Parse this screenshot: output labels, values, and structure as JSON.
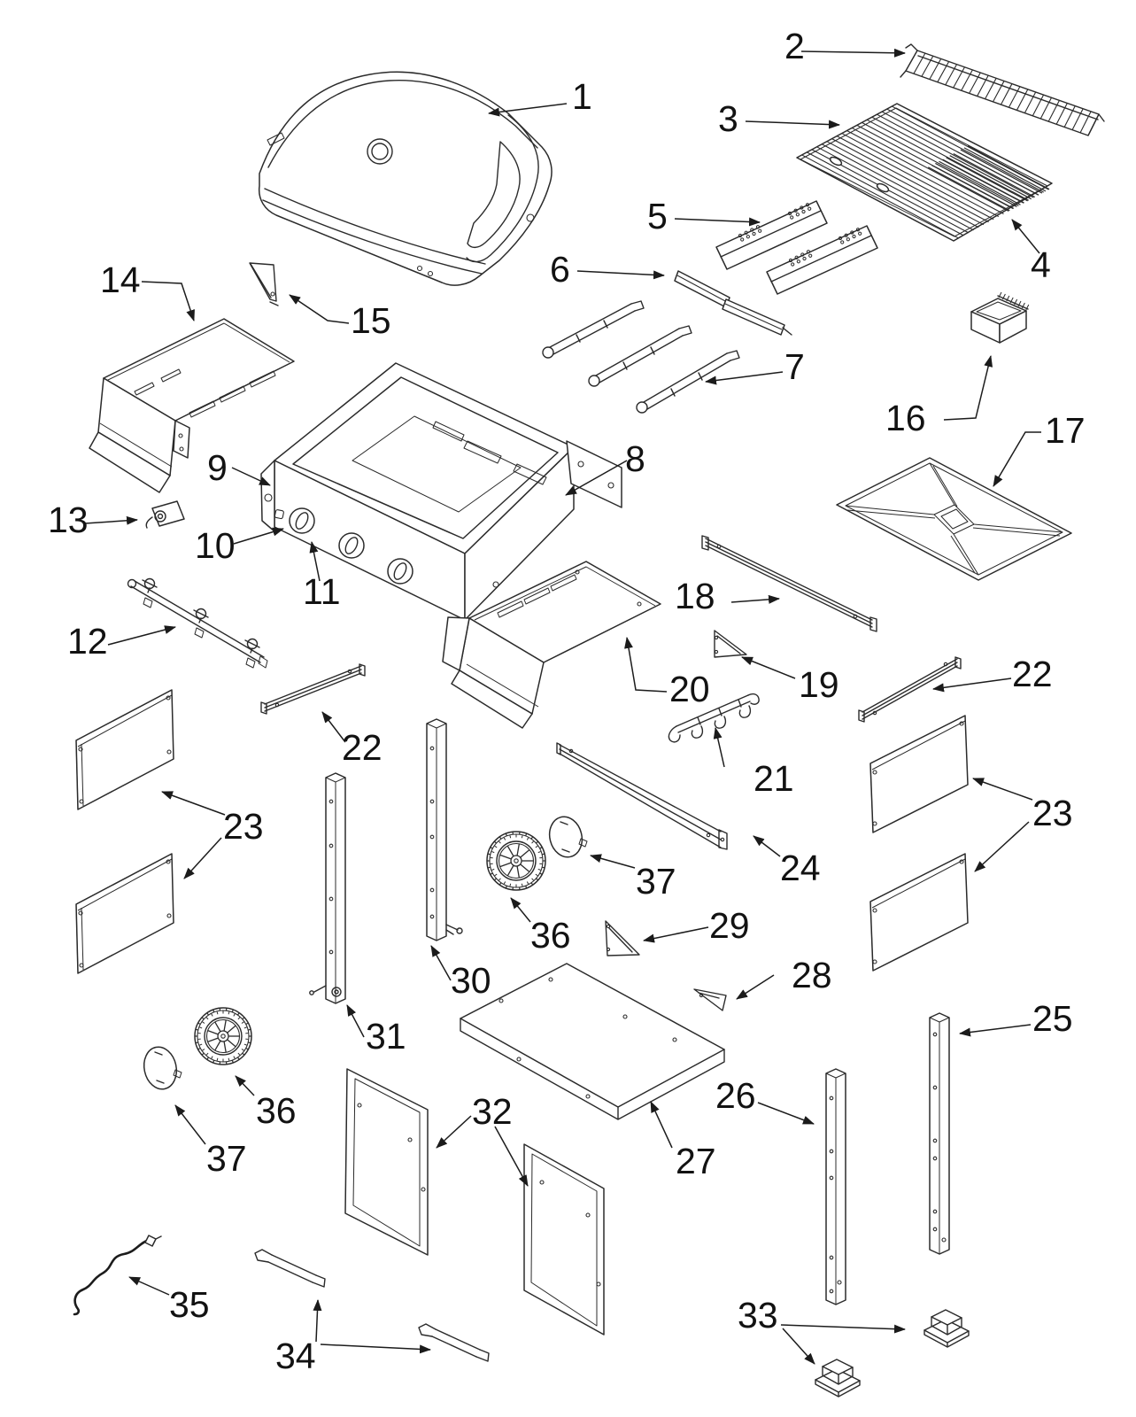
{
  "document": {
    "background": "#ffffff",
    "line_color": "#2b2b2b",
    "label_color": "#121212",
    "type": "exploded-parts-diagram"
  },
  "callouts": [
    "1",
    "2",
    "3",
    "4",
    "5",
    "6",
    "7",
    "8",
    "9",
    "10",
    "11",
    "12",
    "13",
    "14",
    "15",
    "16",
    "17",
    "18",
    "19",
    "20",
    "21",
    "22",
    "22",
    "23",
    "23",
    "24",
    "25",
    "26",
    "27",
    "28",
    "29",
    "30",
    "31",
    "32",
    "33",
    "34",
    "35",
    "36",
    "36",
    "37",
    "37"
  ]
}
